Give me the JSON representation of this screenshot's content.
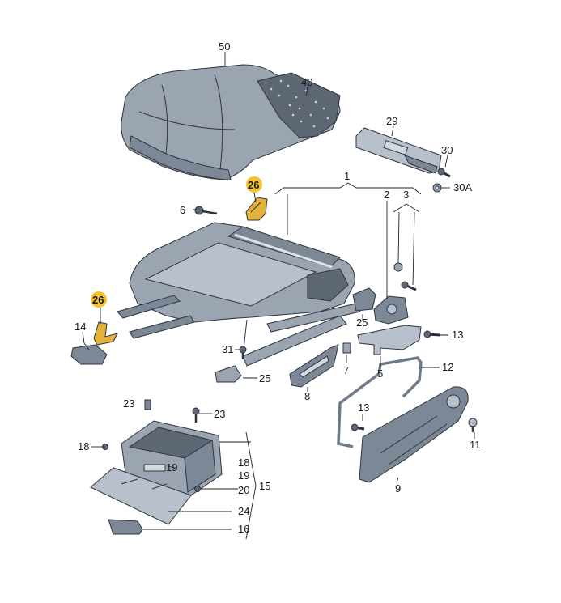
{
  "labels": {
    "p50": "50",
    "p40": "40",
    "p29": "29",
    "p30": "30",
    "p30a": "30A",
    "p1": "1",
    "p2": "2",
    "p3": "3",
    "p26a": "26",
    "p26b": "26",
    "p6": "6",
    "p14": "14",
    "p25a": "25",
    "p25b": "25",
    "p13a": "13",
    "p13b": "13",
    "p31": "31",
    "p5": "5",
    "p7": "7",
    "p8": "8",
    "p12": "12",
    "p23a": "23",
    "p23b": "23",
    "p18a": "18",
    "p18b": "18",
    "p19a": "19",
    "p19b": "19",
    "p15": "15",
    "p20": "20",
    "p24": "24",
    "p16": "16",
    "p9": "9",
    "p11": "11"
  },
  "colors": {
    "highlight": "#f2c230",
    "clip": "#e2b23a",
    "part_dark": "#5e6875",
    "part_mid": "#7d8896",
    "part_light": "#b8c1cb"
  }
}
